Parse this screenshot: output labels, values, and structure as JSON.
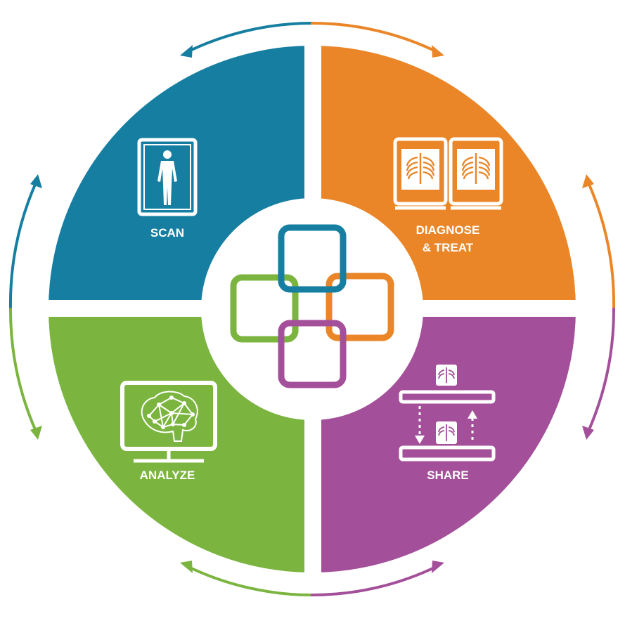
{
  "colors": {
    "scan": "#157ea1",
    "diagnose": "#ea8628",
    "analyze": "#7bb540",
    "share": "#a44f9a",
    "background": "#ffffff",
    "icon": "#ffffff"
  },
  "quadrants": [
    {
      "id": "scan",
      "label_lines": [
        "SCAN"
      ],
      "icon": "body-scan-icon"
    },
    {
      "id": "diagnose",
      "label_lines": [
        "DIAGNOSE",
        "& TREAT"
      ],
      "icon": "xray-monitors-icon"
    },
    {
      "id": "analyze",
      "label_lines": [
        "ANALYZE"
      ],
      "icon": "brain-monitor-icon"
    },
    {
      "id": "share",
      "label_lines": [
        "SHARE"
      ],
      "icon": "share-transfer-icon"
    }
  ],
  "center": {
    "icon": "interlocking-squares-icon"
  },
  "arrows": [
    {
      "position": "top",
      "colors": [
        "scan",
        "diagnose"
      ]
    },
    {
      "position": "right",
      "colors": [
        "diagnose",
        "share"
      ]
    },
    {
      "position": "bottom",
      "colors": [
        "analyze",
        "share"
      ]
    },
    {
      "position": "left",
      "colors": [
        "scan",
        "analyze"
      ]
    }
  ]
}
